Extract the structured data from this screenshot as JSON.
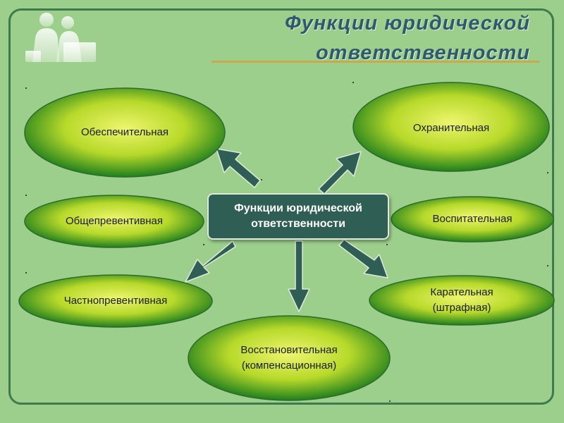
{
  "slide": {
    "title_line1": "Функции юридической",
    "title_line2": "ответственности"
  },
  "center": {
    "line1": "Функции юридической",
    "line2": "ответственности"
  },
  "functions": [
    {
      "id": "obespechitelnaya",
      "lines": [
        "Обеспечительная"
      ]
    },
    {
      "id": "okhranitelnaya",
      "lines": [
        "Охранительная"
      ]
    },
    {
      "id": "obshcheprev",
      "lines": [
        "Общепревентивная"
      ]
    },
    {
      "id": "vospitatelnaya",
      "lines": [
        "Воспитательная"
      ]
    },
    {
      "id": "chastnoprev",
      "lines": [
        "Частнопревентивная"
      ]
    },
    {
      "id": "karatelnaya",
      "lines": [
        "Карательная",
        "(штрафная)"
      ]
    },
    {
      "id": "vosstanovitelnaya",
      "lines": [
        "Восстановительная",
        "(компенсационная)"
      ]
    }
  ],
  "colors": {
    "background": "#9dcf8c",
    "frame": "#3e7a4e",
    "title": "#2f5a6e",
    "title_rule": "#c9a94a",
    "center_box": "#2f5e54",
    "arrow": "#2f5e54",
    "ellipse_inner": "#eef56e",
    "ellipse_mid": "#b7d92a",
    "ellipse_outer": "#1f7f1e"
  },
  "icons": {
    "logo": "two-people-silhouette-icon"
  }
}
